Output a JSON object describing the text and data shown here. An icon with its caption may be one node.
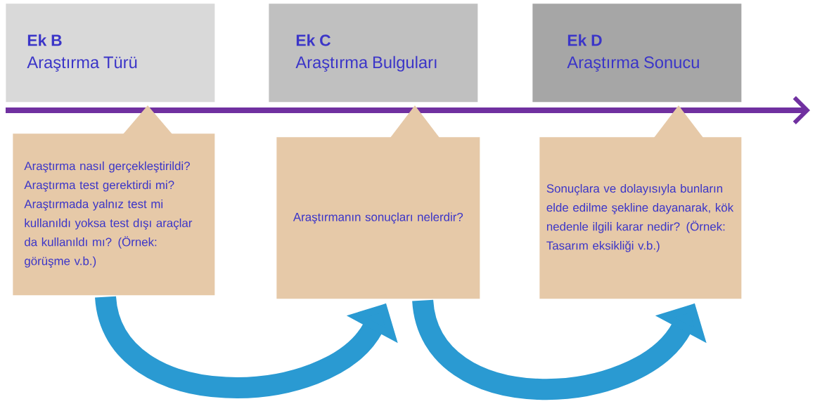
{
  "diagram": {
    "nodes": [
      {
        "text": [
          "Ek B",
          "Araştırma Türü"
        ]
      },
      {
        "text": [
          "Ek C",
          "Araştırma Bulguları"
        ]
      },
      {
        "text": [
          "Ek D",
          "Araştırma Sonucu"
        ]
      },
      {
        "text": [
          "Araştırma nasıl gerçekleştirildi? Araştırma test gerektirdi mi? Araştırmada yalnız test mi kullanıldı yoksa test dışı araçlar da kullanıldı mı? (Örnek: görüşme v.b.)"
        ]
      },
      {
        "text": [
          "Araştırmanın sonuçları nelerdir?"
        ]
      },
      {
        "text": [
          "Sonuçlara ve dolayısıyla bunların elde edilme şekline dayanarak, kök nedenle ilgili karar nedir? (Örnek: Tasarım eksikliği v.b.)"
        ]
      }
    ],
    "edges": [
      {
        "from": 3,
        "to": 4,
        "arrow": "to"
      },
      {
        "from": 4,
        "to": 5,
        "arrow": "to"
      }
    ]
  }
}
